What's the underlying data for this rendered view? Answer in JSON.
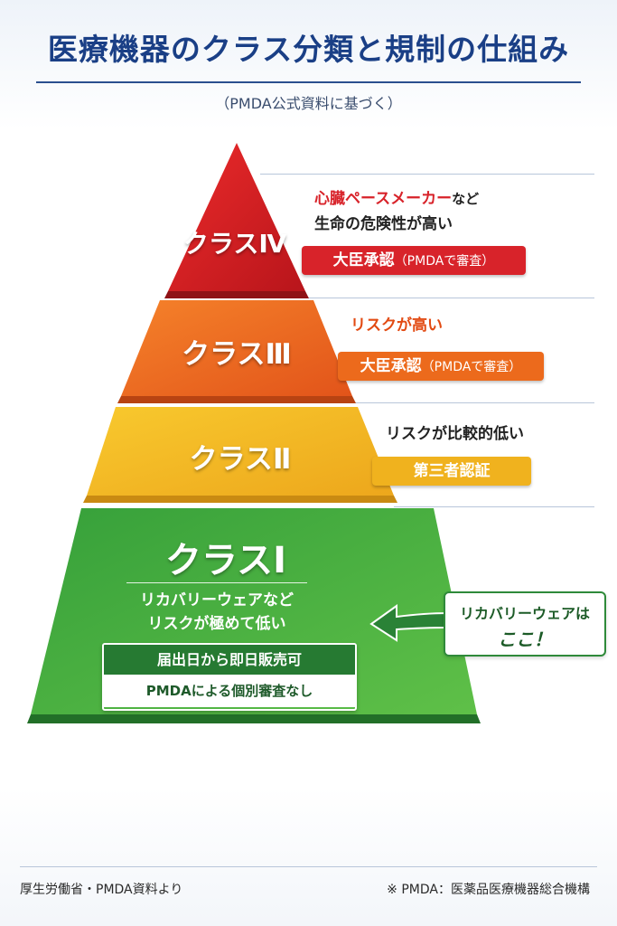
{
  "header": {
    "title": "医療機器のクラス分類と規制の仕組み",
    "subtitle": "（PMDA公式資料に基づく）"
  },
  "tiers": {
    "class4": {
      "label": "クラスⅣ",
      "note_line1_highlight": "心臓ペースメーカー",
      "note_line1_rest": "など",
      "note_line2": "生命の危険性が高い",
      "badge_main": "大臣承認",
      "badge_sub": "（PMDAで審査）",
      "color": "#d8232a"
    },
    "class3": {
      "label": "クラスⅢ",
      "note": "リスクが高い",
      "badge_main": "大臣承認",
      "badge_sub": "（PMDAで審査）",
      "color": "#ec6a1c"
    },
    "class2": {
      "label": "クラスⅡ",
      "note": "リスクが比較的低い",
      "badge": "第三者認証",
      "color": "#f2bb1f"
    },
    "class1": {
      "label": "クラスⅠ",
      "note_line1": "リカバリーウェアなど",
      "note_line2": "リスクが極めて低い",
      "box_top": "届出日から即日販売可",
      "box_bottom": "PMDAによる個別審査なし",
      "color": "#3ea640"
    }
  },
  "callout": {
    "line1": "リカバリーウェアは",
    "line2": "ここ！"
  },
  "footer": {
    "source": "厚生労働省・PMDA資料より",
    "note": "※ PMDA：医薬品医療機器総合機構"
  }
}
